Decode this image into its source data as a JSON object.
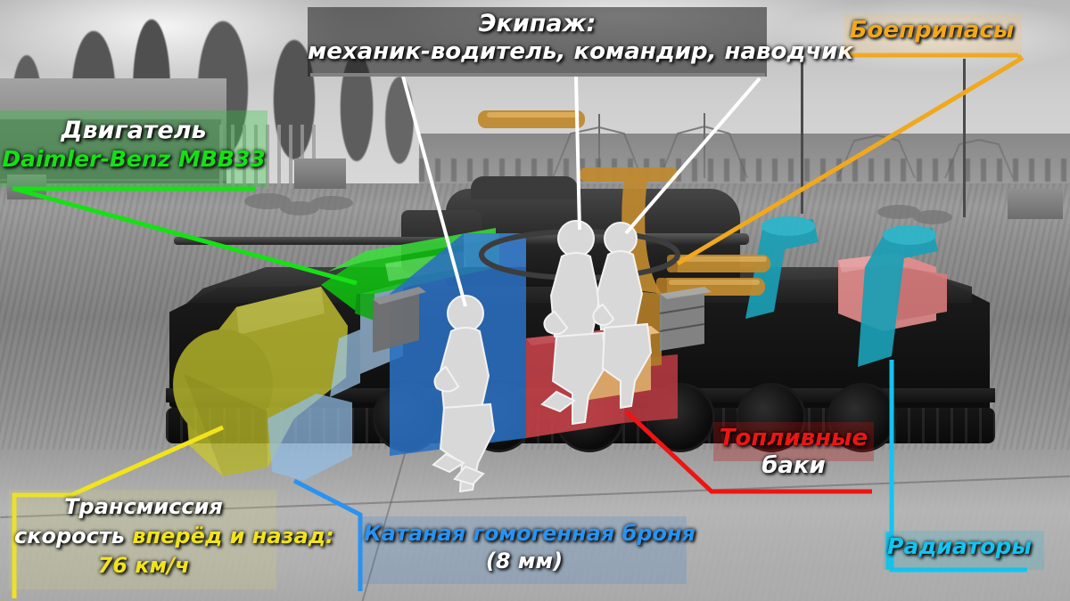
{
  "image": {
    "subject": "tank-cutaway-infographic",
    "language": "ru"
  },
  "labels": {
    "engine": {
      "title": "Двигатель",
      "model": "Daimler-Benz MBB33",
      "color": "#16e016",
      "underline_color": "#16e016"
    },
    "crew": {
      "title": "Экипаж:",
      "members": "механик-водитель, командир, наводчик",
      "color": "#ffffff",
      "underline_color": "#ffffff"
    },
    "ammo": {
      "title": "Боеприпасы",
      "color": "#f0a81e",
      "underline_color": "#f0a81e"
    },
    "fuel": {
      "title": "Топливные",
      "subtitle": "баки",
      "color": "#ee1414",
      "subtitle_color": "#ffffff",
      "underline_color": "#ee1414"
    },
    "transmission": {
      "title": "Трансмиссия",
      "speed_label": "скорость",
      "speed_direction": "вперёд и назад:",
      "speed_value": "76 км/ч",
      "color": "#ffffff",
      "accent_color": "#f2e41a",
      "bracket_color": "#f2e41a"
    },
    "armor": {
      "title": "Катаная гомогенная броня",
      "thickness": "(8 мм)",
      "color": "#2a93f0",
      "thickness_color": "#ffffff",
      "bracket_color": "#2a93f0"
    },
    "radiators": {
      "title": "Радиаторы",
      "color": "#14c4ef",
      "bracket_color": "#14c4ef"
    }
  },
  "overlays": {
    "transmission": {
      "name": "transmission-volume",
      "color": "#c8c832"
    },
    "engine": {
      "name": "engine-volume",
      "color": "#0ec40e"
    },
    "armor_plate": {
      "name": "armor-plate-volume",
      "color": "#2a6fc0"
    },
    "armor_sloped": {
      "name": "sloped-armor-volume",
      "color": "#93bfe8"
    },
    "fuel_tanks": {
      "name": "fuel-tank-volume",
      "color": "#c9434a"
    },
    "fuel_tank_rear": {
      "name": "rear-fuel-tank-volume",
      "color": "#e58d8d"
    },
    "radiators": {
      "name": "radiator-volume",
      "color": "#1a9fb5"
    },
    "ammo_rounds": {
      "name": "ammo-round-volume",
      "color": "#c08a30"
    },
    "ammo_feed": {
      "name": "ammo-feed-volume",
      "color": "#c08a30"
    },
    "ammo_box": {
      "name": "ammo-box-volume",
      "color": "#dba96a"
    },
    "crew_figures": {
      "name": "crew-figure-volume",
      "color": "#d8d8d8"
    },
    "battery": {
      "name": "battery-volume",
      "color": "#8e8e8e"
    }
  },
  "scene": {
    "background": "grayscale battlefield with treeline, bridges and paved road"
  }
}
